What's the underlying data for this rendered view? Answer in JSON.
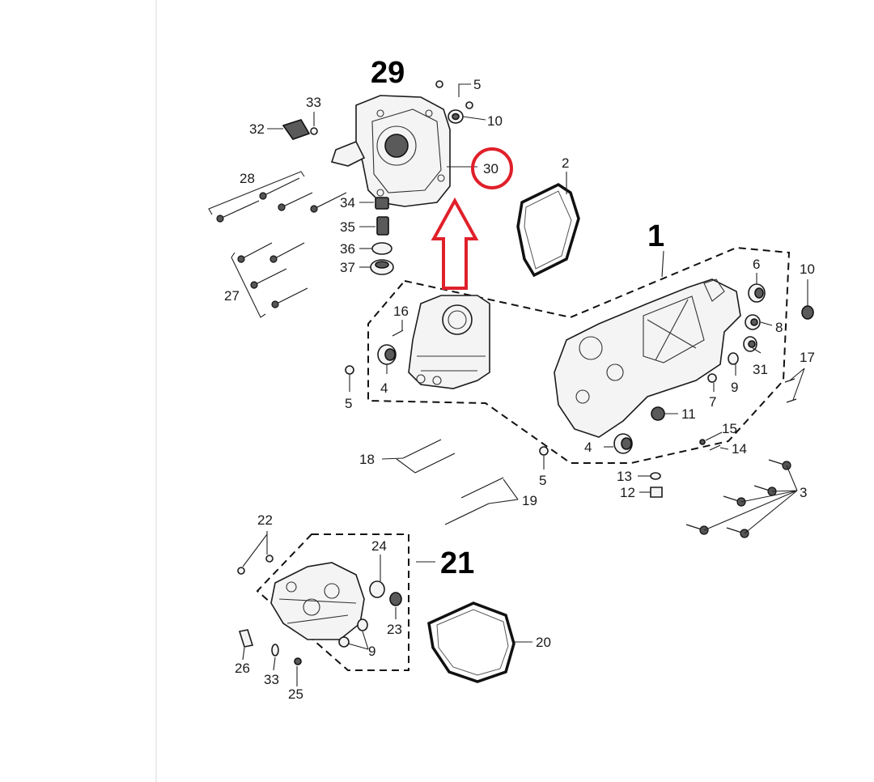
{
  "group_labels": {
    "g29": "29",
    "g1": "1",
    "g21": "21"
  },
  "callouts": {
    "c5a": "5",
    "c10a": "10",
    "c33a": "33",
    "c32": "32",
    "c30": "30",
    "c2": "2",
    "c28": "28",
    "c34": "34",
    "c35": "35",
    "c36": "36",
    "c37": "37",
    "c27": "27",
    "c6": "6",
    "c10b": "10",
    "c8": "8",
    "c31": "31",
    "c16": "16",
    "c4a": "4",
    "c5b": "5",
    "c7": "7",
    "c9a": "9",
    "c17": "17",
    "c11": "11",
    "c15": "15",
    "c14": "14",
    "c4b": "4",
    "c18": "18",
    "c5c": "5",
    "c13": "13",
    "c12": "12",
    "c3": "3",
    "c19": "19",
    "c22": "22",
    "c24": "24",
    "c23": "23",
    "c9b": "9",
    "c20": "20",
    "c26": "26",
    "c33b": "33",
    "c25": "25"
  },
  "highlight": {
    "circled_part": "30",
    "color": "#e0202a"
  }
}
